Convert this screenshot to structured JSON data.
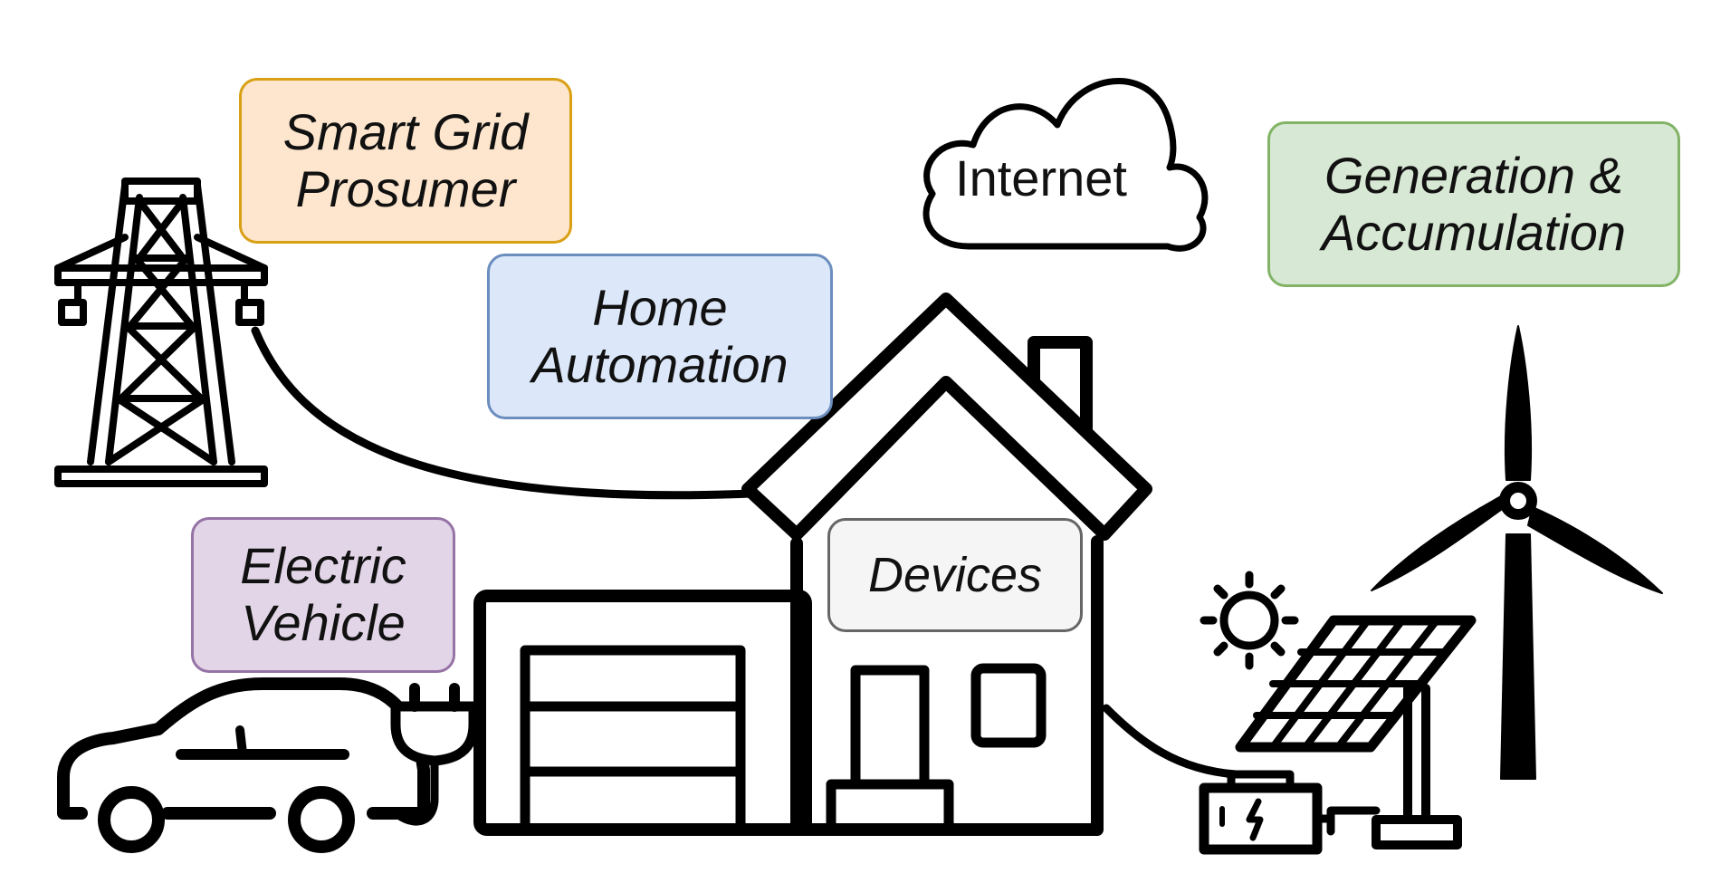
{
  "labels": {
    "smart_grid": {
      "line1": "Smart Grid",
      "line2": "Prosumer",
      "fill": "#fde6cd",
      "border": "#d9a015"
    },
    "home_automation": {
      "line1": "Home",
      "line2": "Automation",
      "fill": "#dce8f9",
      "border": "#6c8ebf"
    },
    "generation": {
      "line1": "Generation &",
      "line2": "Accumulation",
      "fill": "#d7e8d4",
      "border": "#82b366"
    },
    "electric_vehicle": {
      "line1": "Electric",
      "line2": "Vehicle",
      "fill": "#e2d5e7",
      "border": "#9673a6"
    },
    "devices": {
      "line1": "Devices",
      "fill": "#f5f5f5",
      "border": "#666666"
    },
    "internet": {
      "text": "Internet"
    }
  },
  "icons": [
    "power-tower-icon",
    "cloud-icon",
    "house-icon",
    "garage-door-icon",
    "car-icon",
    "plug-icon",
    "sun-icon",
    "solar-panel-icon",
    "battery-icon",
    "wind-turbine-icon"
  ],
  "colors": {
    "stroke": "#000000",
    "background": "#ffffff"
  }
}
